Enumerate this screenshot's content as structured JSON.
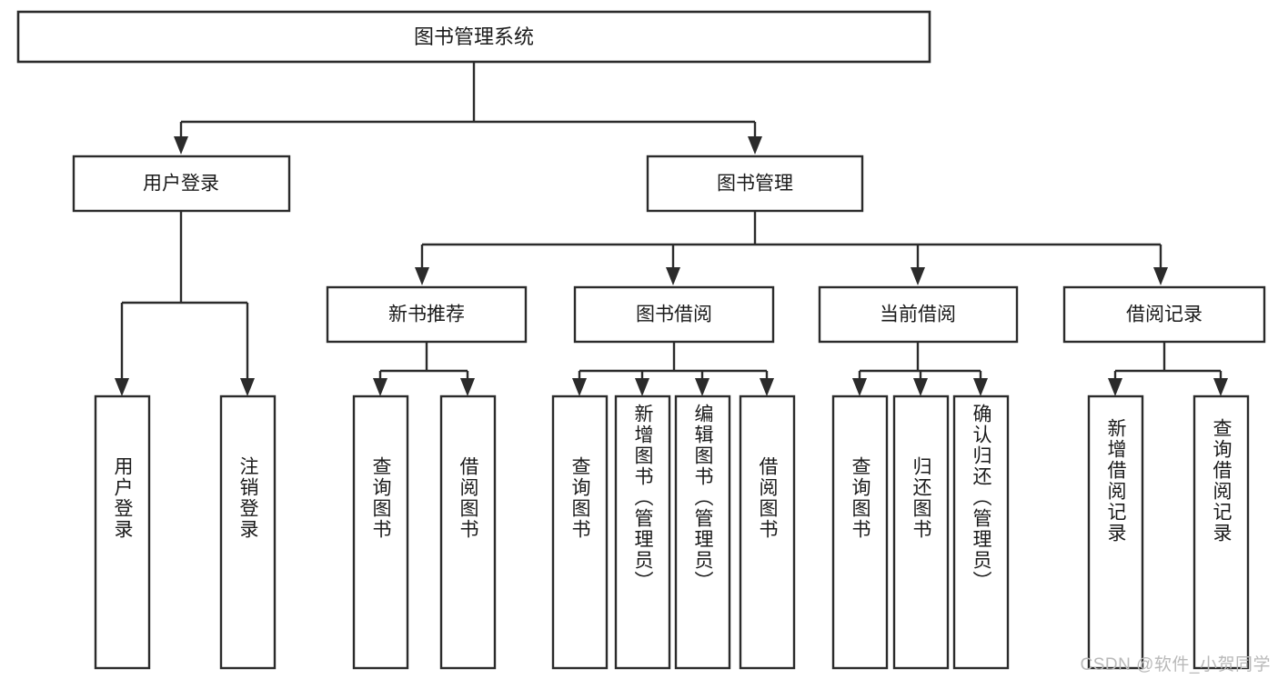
{
  "diagram": {
    "type": "tree-hierarchy",
    "title": "图书管理系统",
    "orientation": "top-down",
    "colors": {
      "background": "#ffffff",
      "box_stroke": "#2b2b2b",
      "box_fill": "#ffffff",
      "text": "#1a1a1a",
      "watermark": "#b9b9b9"
    },
    "root": {
      "label": "图书管理系统"
    },
    "level2": [
      {
        "label": "用户登录"
      },
      {
        "label": "图书管理"
      }
    ],
    "level3": [
      {
        "label": "新书推荐"
      },
      {
        "label": "图书借阅"
      },
      {
        "label": "当前借阅"
      },
      {
        "label": "借阅记录"
      }
    ],
    "leaves": {
      "user_login": [
        "用户登录",
        "注销登录"
      ],
      "new_book_recommend": [
        "查询图书",
        "借阅图书"
      ],
      "book_borrow": [
        "查询图书",
        "新增图书（管理员）",
        "编辑图书（管理员）",
        "借阅图书"
      ],
      "current_borrow": [
        "查询图书",
        "归还图书",
        "确认归还（管理员）"
      ],
      "borrow_record": [
        "新增借阅记录",
        "查询借阅记录"
      ]
    }
  },
  "watermark": {
    "text": "CSDN @软件_小贺同学"
  }
}
